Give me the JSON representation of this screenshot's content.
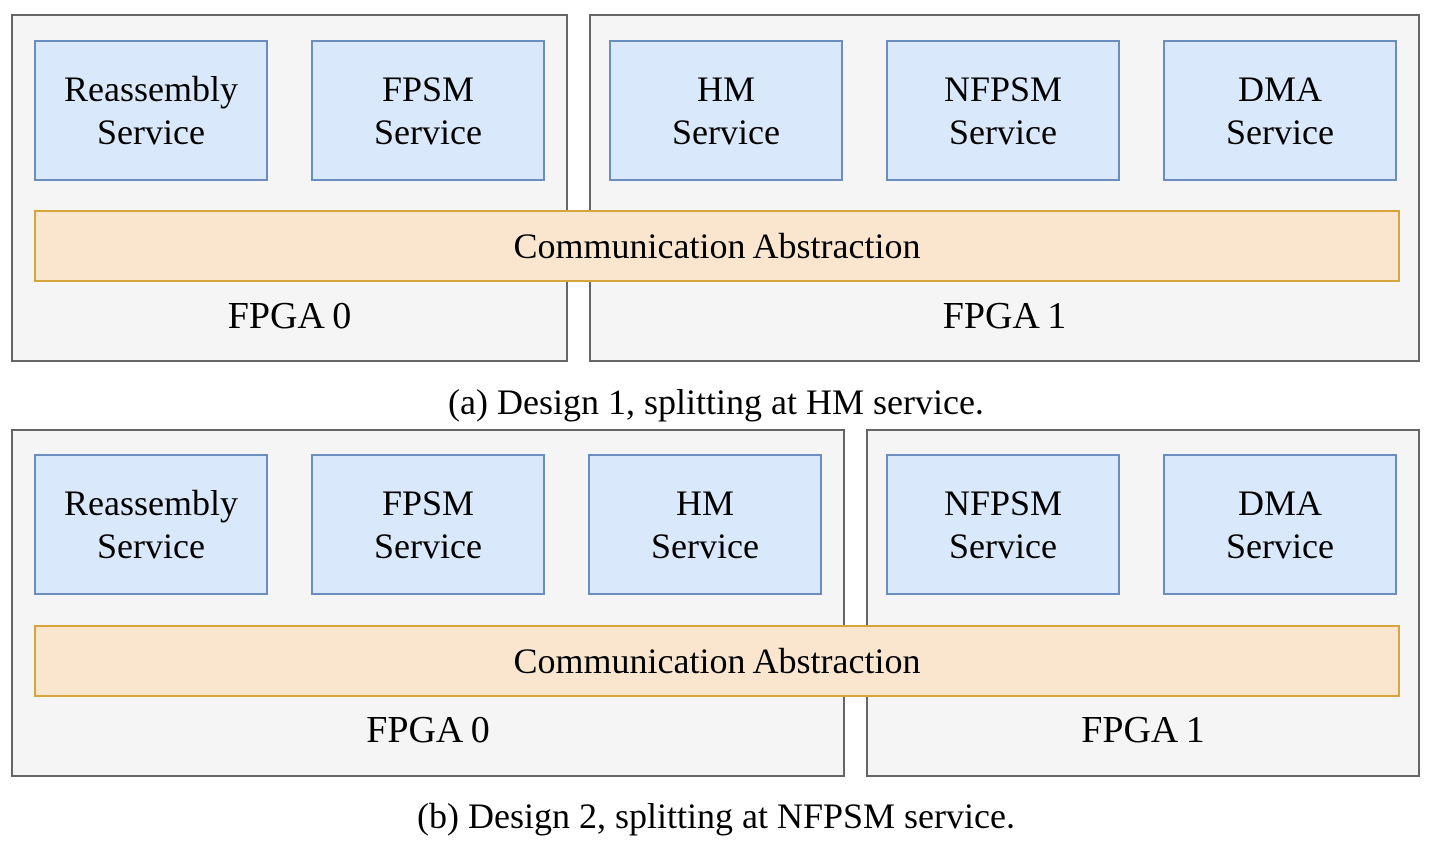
{
  "design_a": {
    "fpga0_label": "FPGA 0",
    "fpga1_label": "FPGA 1",
    "services": [
      {
        "line1": "Reassembly",
        "line2": "Service"
      },
      {
        "line1": "FPSM",
        "line2": "Service"
      },
      {
        "line1": "HM",
        "line2": "Service"
      },
      {
        "line1": "NFPSM",
        "line2": "Service"
      },
      {
        "line1": "DMA",
        "line2": "Service"
      }
    ],
    "comm_label": "Communication Abstraction",
    "caption": "(a) Design 1, splitting at HM service."
  },
  "design_b": {
    "fpga0_label": "FPGA 0",
    "fpga1_label": "FPGA 1",
    "services": [
      {
        "line1": "Reassembly",
        "line2": "Service"
      },
      {
        "line1": "FPSM",
        "line2": "Service"
      },
      {
        "line1": "HM",
        "line2": "Service"
      },
      {
        "line1": "NFPSM",
        "line2": "Service"
      },
      {
        "line1": "DMA",
        "line2": "Service"
      }
    ],
    "comm_label": "Communication Abstraction",
    "caption": "(b) Design 2, splitting at NFPSM service."
  },
  "colors": {
    "fpga_fill": "#f5f5f5",
    "fpga_border": "#666666",
    "service_fill": "#dae8fc",
    "service_border": "#6c8ebf",
    "comm_fill": "#fae6cf",
    "comm_border": "#d6a53c"
  }
}
